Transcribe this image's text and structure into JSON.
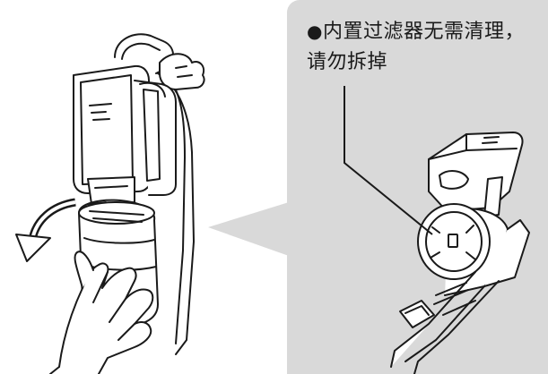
{
  "note": {
    "bullet": "●",
    "line1": "内置过滤器无需清理，",
    "line2": "请勿拆掉"
  },
  "colors": {
    "callout_background": "#d9d9d9",
    "line_art": "#1a1a1a",
    "text": "#1a1a1a"
  },
  "icons": {
    "removal_direction": "curved-arrow-left-down"
  }
}
